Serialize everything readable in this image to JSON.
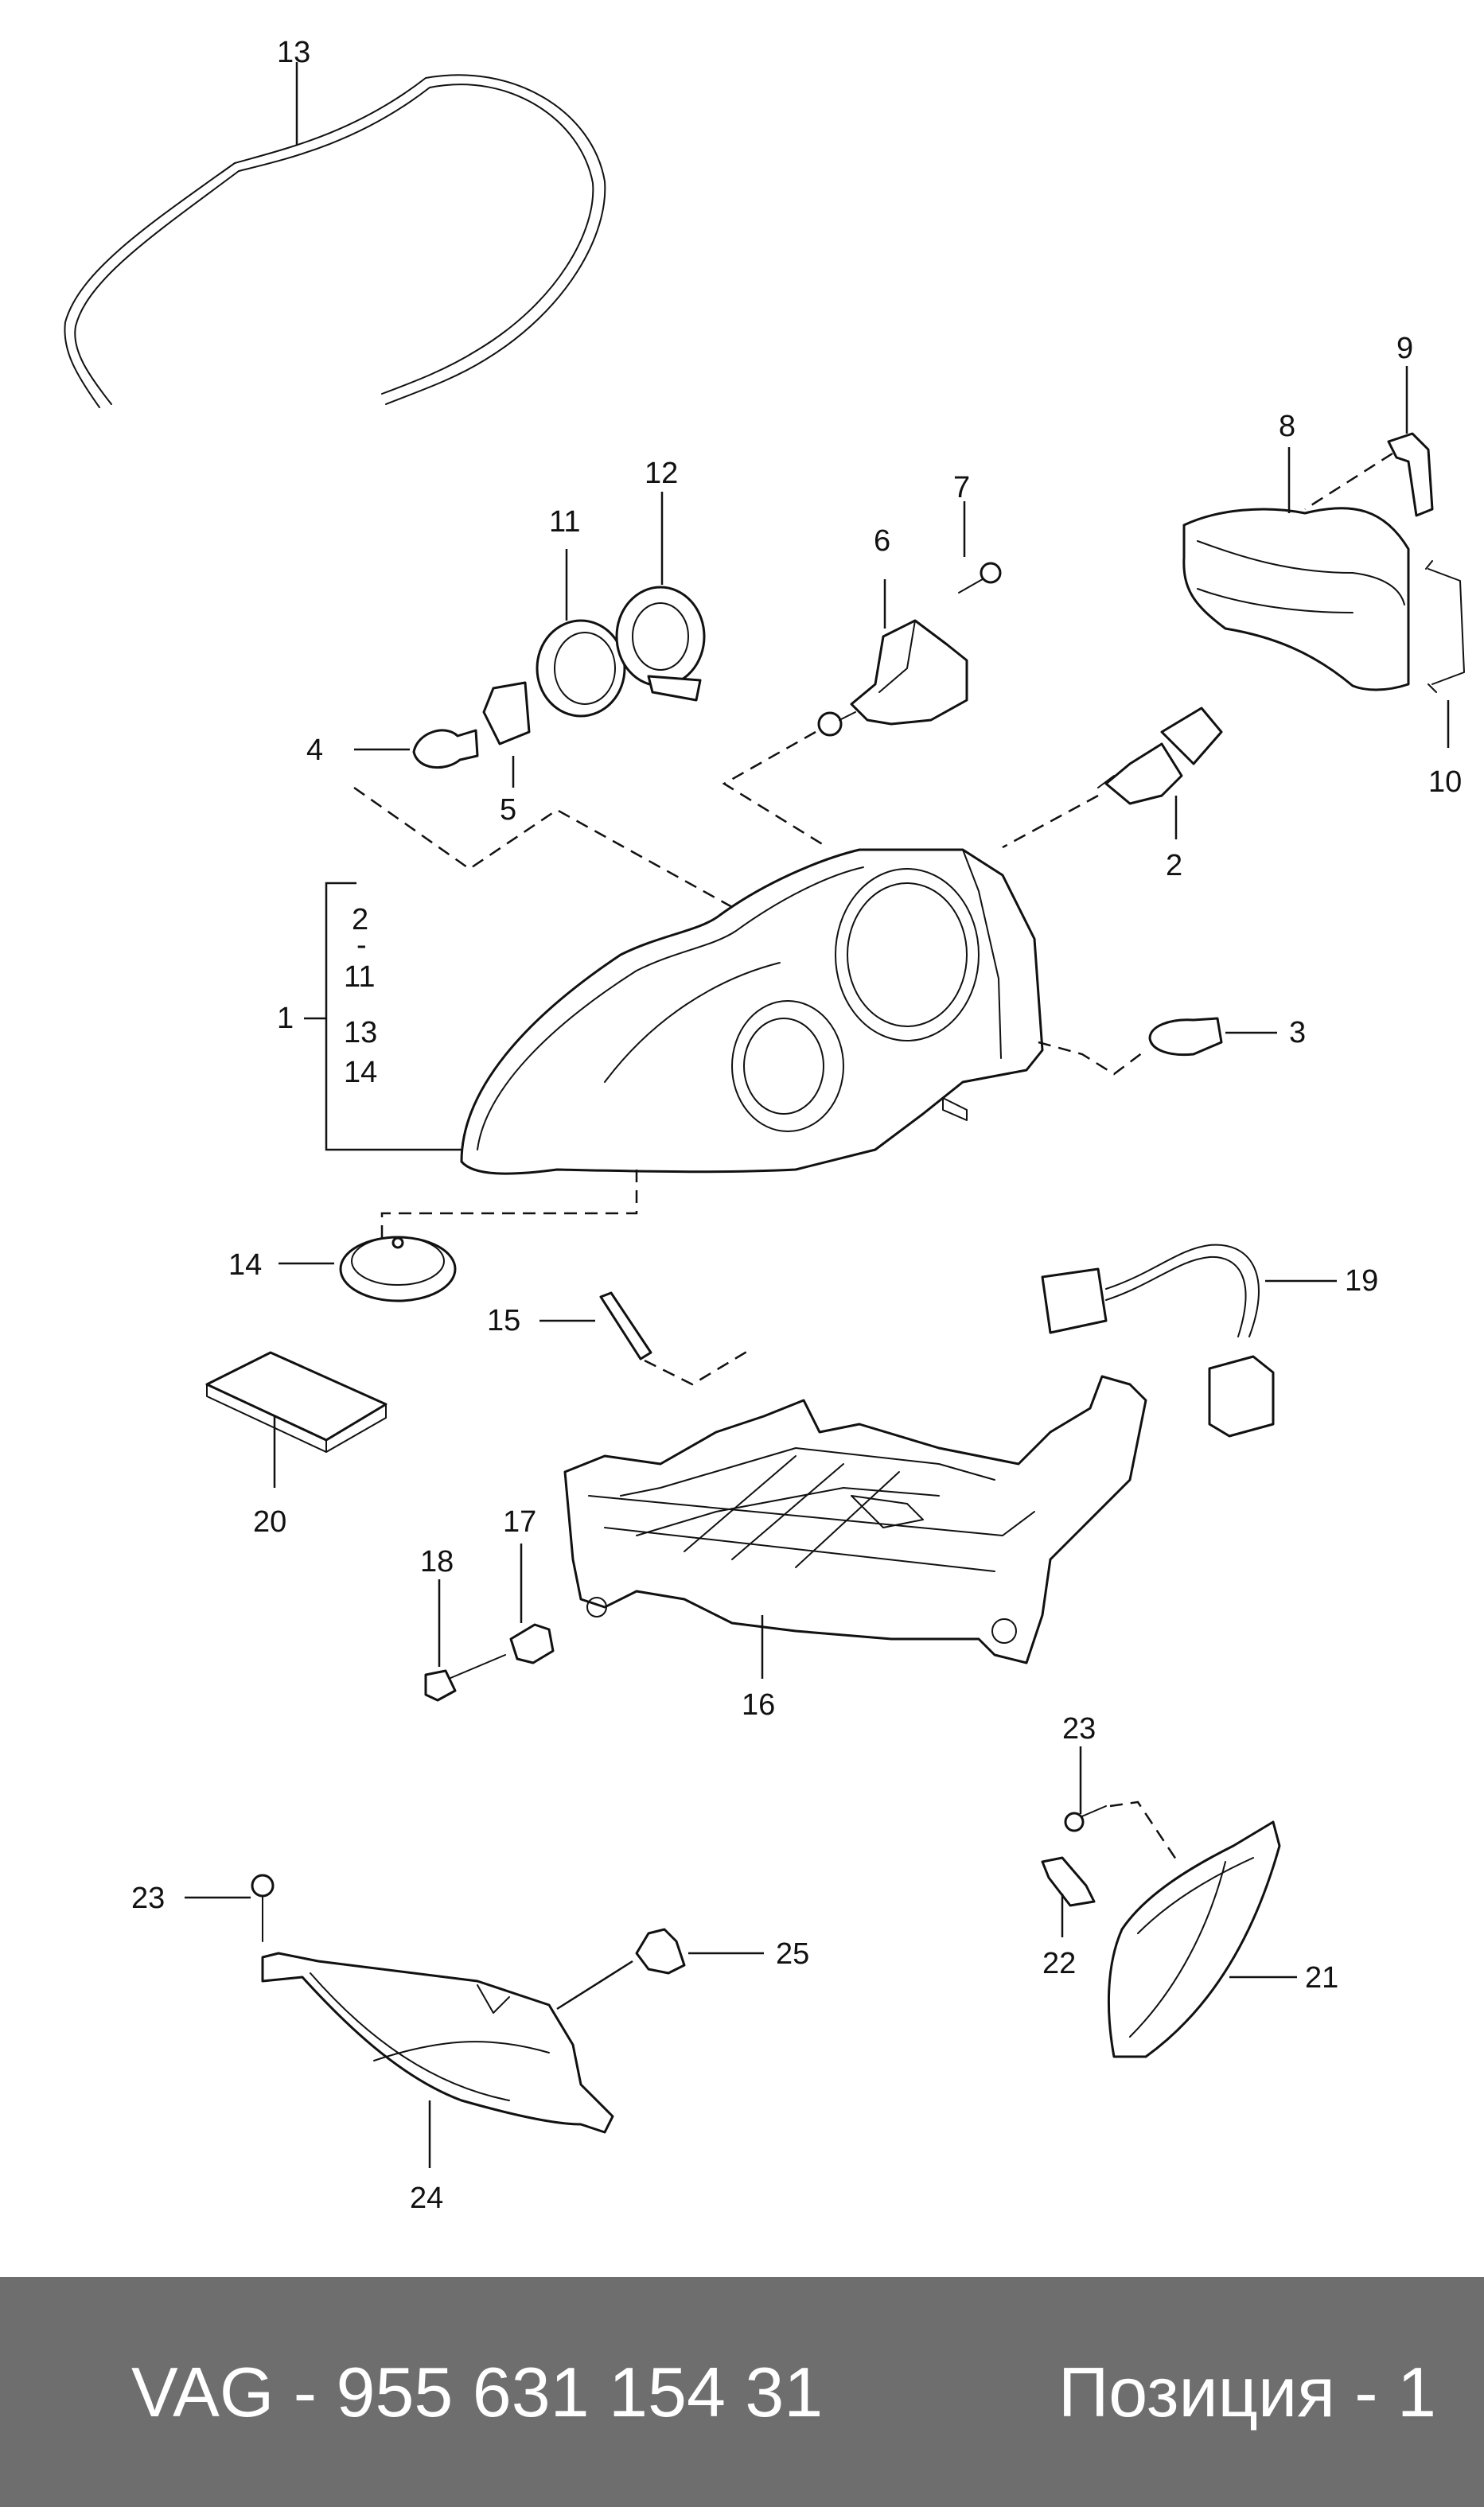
{
  "colors": {
    "footer_background": "#6e6e6e",
    "footer_text": "#ffffff",
    "line": "#111111"
  },
  "callouts": {
    "n1": "1",
    "n2": "2",
    "n3": "3",
    "n4": "4",
    "n5": "5",
    "n6": "6",
    "n7": "7",
    "n8": "8",
    "n9": "9",
    "n10": "10",
    "n11": "11",
    "n12": "12",
    "n13": "13",
    "n14": "14",
    "n15": "15",
    "n16": "16",
    "n17": "17",
    "n18": "18",
    "n19": "19",
    "n20": "20",
    "n21": "21",
    "n22": "22",
    "n23": "23",
    "n24": "24",
    "n25": "25"
  },
  "group_1_members": {
    "line1": "2",
    "line2": "-",
    "line3": "11",
    "line4": "13",
    "line5": "14"
  },
  "footer": {
    "part_number": "VAG - 955 631 154 31",
    "position": "Позиция - 1"
  }
}
